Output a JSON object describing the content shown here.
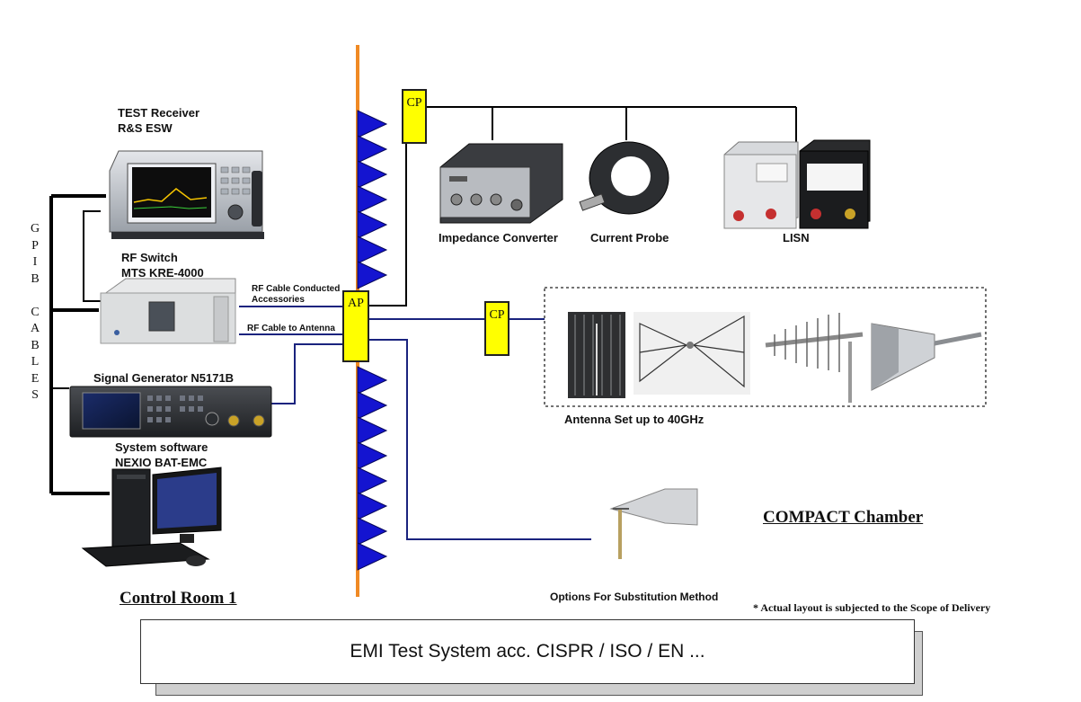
{
  "devices": {
    "test_receiver": {
      "line1": "TEST Receiver",
      "line2": "R&S ESW"
    },
    "rf_switch": {
      "line1": "RF Switch",
      "line2": "MTS KRE-4000"
    },
    "signal_generator": {
      "label": "Signal Generator N5171B"
    },
    "system_software": {
      "line1": "System software",
      "line2": "NEXIO BAT-EMC"
    }
  },
  "gpib_letters": [
    "G",
    "P",
    "I",
    "B",
    "",
    "C",
    "A",
    "B",
    "L",
    "E",
    "S"
  ],
  "cables": {
    "conducted_line1": "RF Cable Conducted",
    "conducted_line2": "Accessories",
    "antenna": "RF Cable to Antenna"
  },
  "panel": {
    "ap": "AP",
    "cp_top": "CP",
    "cp_mid": "CP"
  },
  "accessories": {
    "impedance_converter": "Impedance Converter",
    "current_probe": "Current Probe",
    "lisn": "LISN"
  },
  "antenna_set": "Antenna Set up to 40GHz",
  "substitution": "Options For Substitution Method",
  "chamber_title": "COMPACT Chamber",
  "control_room_title": "Control Room 1",
  "footnote": "* Actual layout is subjected to the Scope of Delivery",
  "banner": "EMI Test System acc. CISPR / ISO / EN ...",
  "colors": {
    "wall": "#f08a24",
    "absorber": "#1414d0",
    "rf_cable": "#1a237e",
    "connector": "#ffff00"
  }
}
